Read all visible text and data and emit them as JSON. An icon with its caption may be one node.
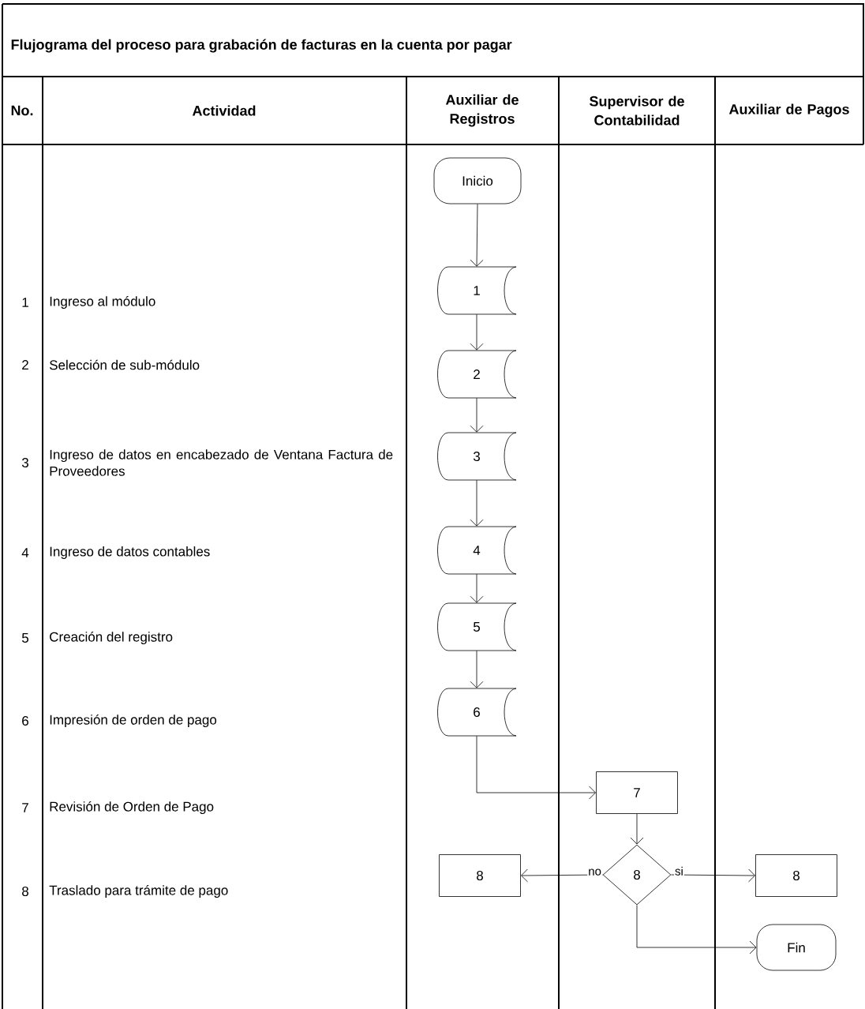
{
  "diagram": {
    "title": "Flujograma del proceso para grabación de facturas en la cuenta por pagar",
    "nodes": [
      {
        "text": [
          "Inicio"
        ]
      },
      {
        "text": [
          "1"
        ]
      },
      {
        "text": [
          "2"
        ]
      },
      {
        "text": [
          "3"
        ]
      },
      {
        "text": [
          "4"
        ]
      },
      {
        "text": [
          "5"
        ]
      },
      {
        "text": [
          "6"
        ]
      },
      {
        "text": [
          "7"
        ]
      },
      {
        "text": [
          "8"
        ]
      },
      {
        "text": [
          "8"
        ]
      },
      {
        "text": [
          "8"
        ]
      },
      {
        "text": [
          "Fin"
        ]
      }
    ],
    "edges": [
      {
        "from": 0,
        "to": 1,
        "arrow": "to"
      },
      {
        "from": 1,
        "to": 2,
        "arrow": "to"
      },
      {
        "from": 2,
        "to": 3,
        "arrow": "to"
      },
      {
        "from": 3,
        "to": 4,
        "arrow": "to"
      },
      {
        "from": 4,
        "to": 5,
        "arrow": "to"
      },
      {
        "from": 5,
        "to": 6,
        "arrow": "to"
      },
      {
        "from": 6,
        "to": 7,
        "arrow": "to"
      },
      {
        "from": 7,
        "to": 8,
        "arrow": "to"
      },
      {
        "from": 8,
        "to": 9,
        "arrow": "to",
        "label": "no"
      },
      {
        "from": 8,
        "to": 10,
        "arrow": "to",
        "label": "si"
      },
      {
        "from": 8,
        "to": 11,
        "arrow": "to"
      }
    ],
    "labels": [
      "No.",
      "Actividad",
      "Auxiliar de Registros",
      "Supervisor de Contabilidad",
      "Auxiliar de Pagos",
      "1",
      "Ingreso al módulo",
      "2",
      "Selección de sub-módulo",
      "3",
      "Ingreso de datos en encabezado de Ventana Factura de Proveedores",
      "4",
      "Ingreso de datos contables",
      "5",
      "Creación del registro",
      "6",
      "Impresión de orden de pago",
      "7",
      "Revisión de Orden de Pago",
      "8",
      "Traslado para trámite de pago"
    ]
  }
}
